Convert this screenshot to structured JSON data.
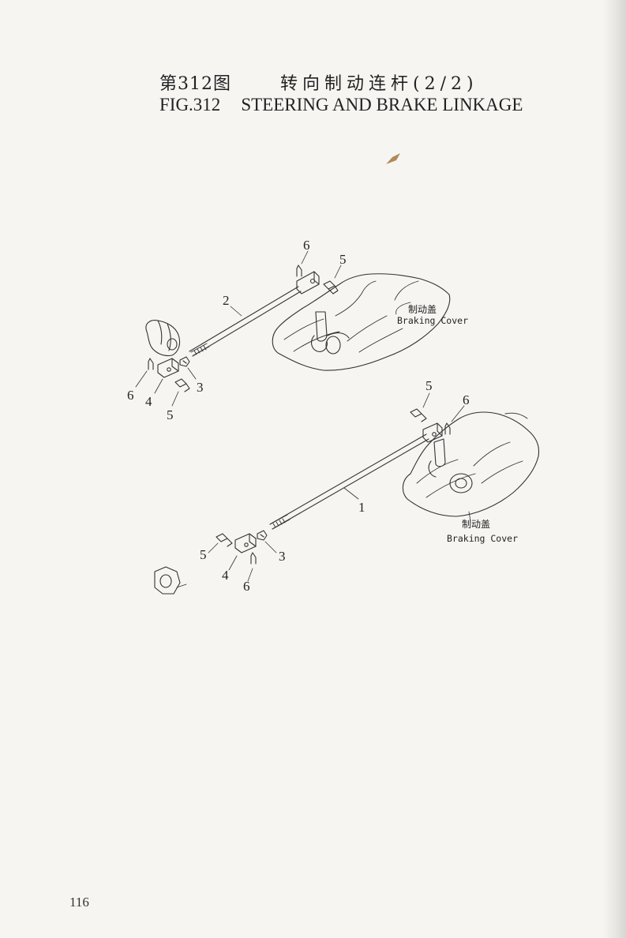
{
  "header": {
    "cn_fig": "第312图",
    "cn_title": "转向制动连杆(2/2)",
    "en_fig": "FIG.312",
    "en_title": "STEERING AND BRAKE LINKAGE"
  },
  "callouts": {
    "upper": [
      "6",
      "5",
      "2",
      "3",
      "6",
      "4",
      "5"
    ],
    "lower": [
      "5",
      "6",
      "1",
      "5",
      "3",
      "4",
      "6"
    ]
  },
  "cover_labels": {
    "upper_cn": "制动盖",
    "upper_en": "Braking Cover",
    "lower_cn": "制动盖",
    "lower_en": "Braking Cover"
  },
  "page_number": "116"
}
